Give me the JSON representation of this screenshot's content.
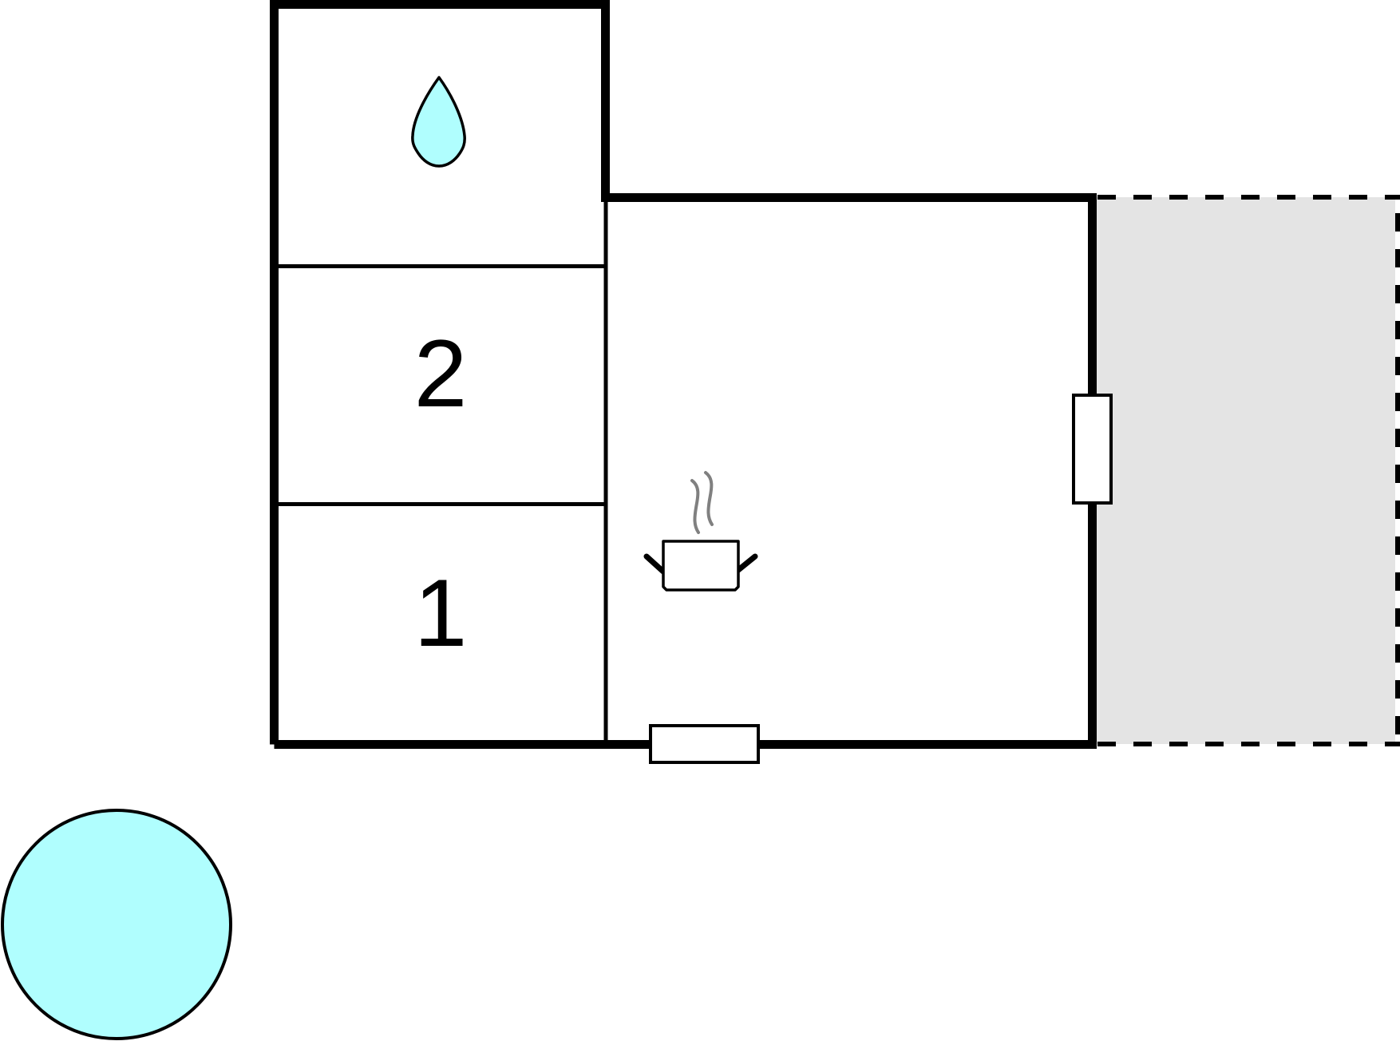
{
  "diagram": {
    "type": "floor-plan",
    "colors": {
      "wall": "#000000",
      "background": "#ffffff",
      "water": "#b0fefe",
      "terrace": "#e4e4e4",
      "steam": "#808080"
    },
    "rooms": [
      {
        "id": "bathroom",
        "label": "",
        "icon": "water-drop-icon"
      },
      {
        "id": "bedroom-2",
        "label": "2"
      },
      {
        "id": "bedroom-1",
        "label": "1"
      },
      {
        "id": "living-kitchen",
        "label": "",
        "icon": "cooking-pot-icon"
      }
    ],
    "outdoor": [
      {
        "id": "terrace",
        "style": "dashed-grey-area"
      },
      {
        "id": "pool",
        "shape": "circle",
        "icon": "pool-icon"
      }
    ],
    "doors": [
      {
        "id": "door-bottom",
        "wall": "bottom"
      },
      {
        "id": "door-right",
        "wall": "right"
      }
    ]
  }
}
